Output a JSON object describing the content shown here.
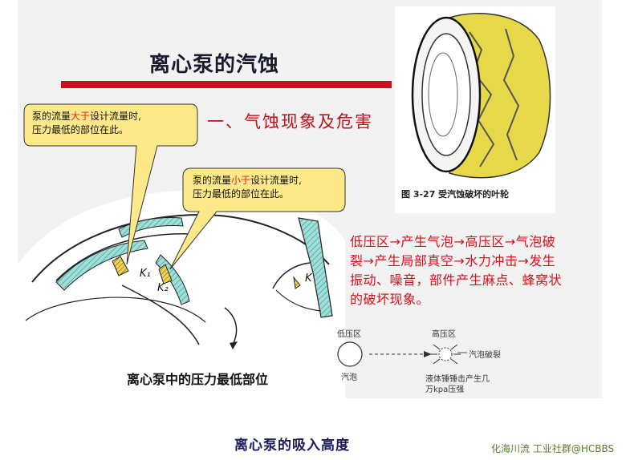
{
  "slide": {
    "title": "离心泵的汽蚀",
    "subtitle": "一、气蚀现象及危害"
  },
  "callout_high_flow": {
    "pre": "泵的流量",
    "highlight": "大于",
    "post": "设计流量时,",
    "line2": "压力最低的部位在此。"
  },
  "callout_low_flow": {
    "pre": "泵的流量",
    "highlight": "小于",
    "post": "设计流量时,",
    "line2": "压力最低的部位在此。"
  },
  "photo": {
    "caption": "图 3-27   受汽蚀破坏的叶轮"
  },
  "description": "低压区→产生气泡→高压区→气泡破裂→产生局部真空→水力冲击→发生振动、噪音，部件产生麻点、蜂窝状的破坏现象。",
  "diagram": {
    "caption": "离心泵中的压力最低部位",
    "k1": "K₁",
    "k2": "K₂",
    "k": "K"
  },
  "bubble_diagram": {
    "low_pressure": "低压区",
    "high_pressure": "高压区",
    "bubble": "汽泡",
    "bubble_burst": "汽泡破裂",
    "impact_line1": "液体锤锤击产生几",
    "impact_line2": "万kpa压强"
  },
  "footer": {
    "bottom_title": "离心泵的吸入高度",
    "watermark": "化海川流 工业社群@HCBBS"
  },
  "colors": {
    "title_bar": "#c8101c",
    "callout_fill": "#fde98a",
    "impeller_hatch": "#6ec9c4",
    "red_text": "#d6101b"
  }
}
